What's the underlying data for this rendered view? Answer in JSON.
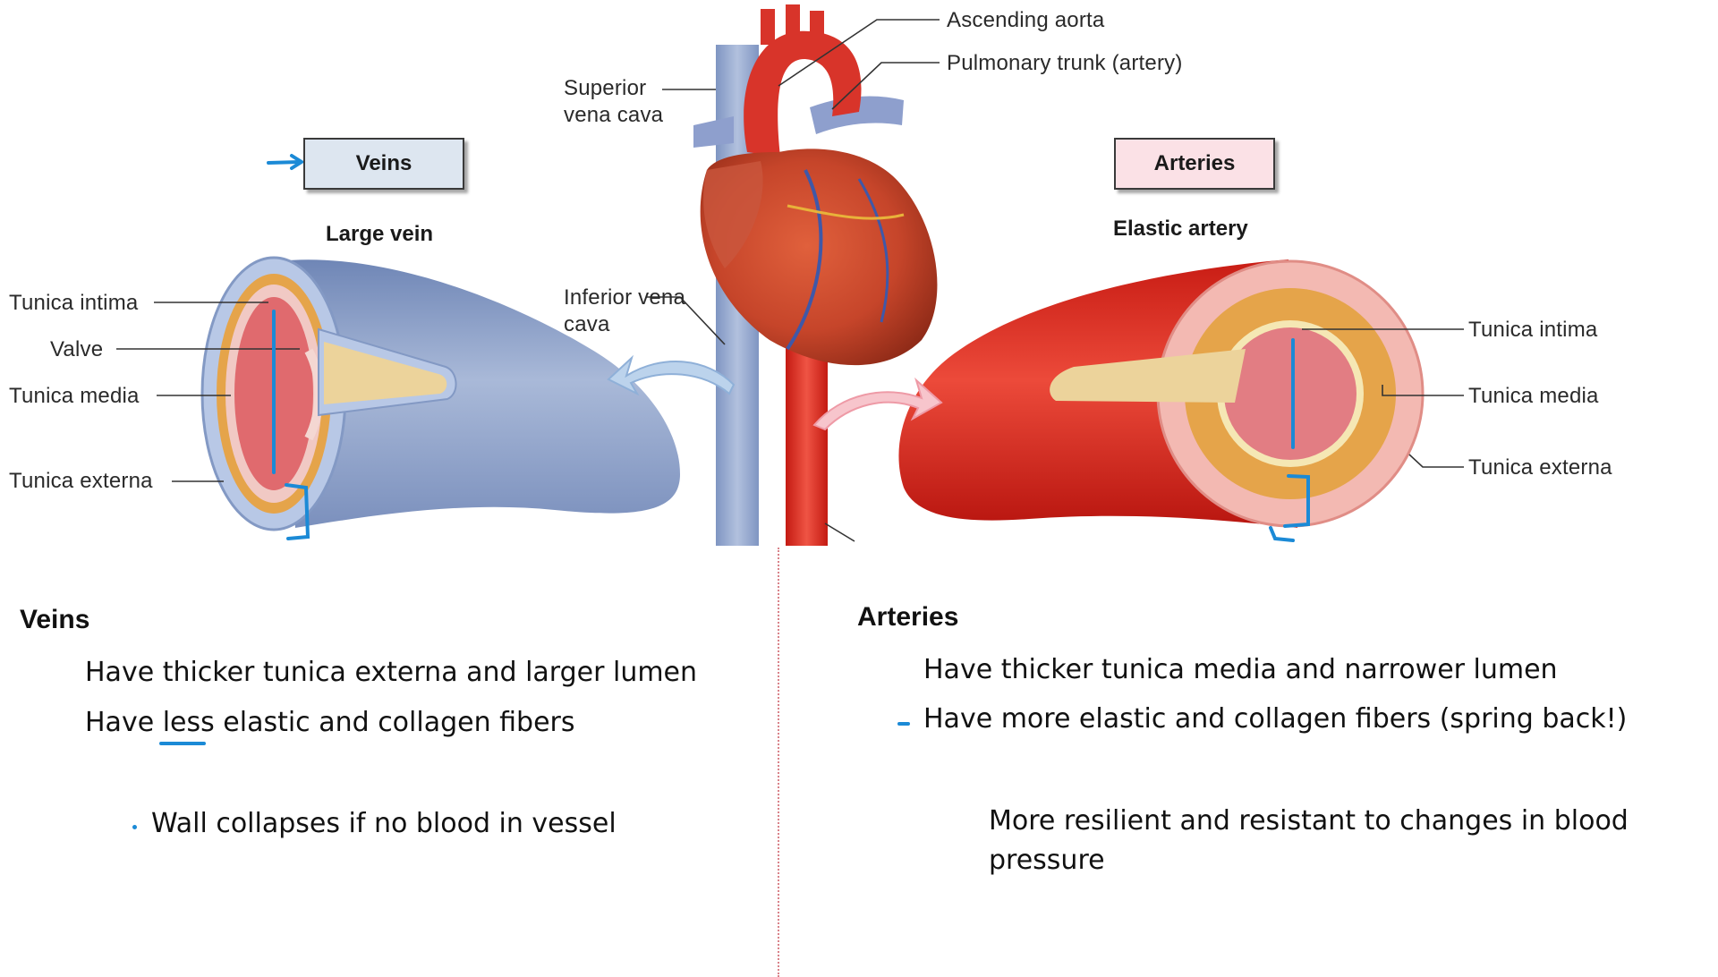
{
  "diagram": {
    "top_labels": {
      "ascending_aorta": "Ascending aorta",
      "pulmonary_trunk": "Pulmonary trunk (artery)",
      "superior_vena_cava": "Superior vena cava",
      "inferior_vena_cava": "Inferior vena cava"
    },
    "veins_tag": "Veins",
    "arteries_tag": "Arteries",
    "vein_subtitle": "Large vein",
    "artery_subtitle": "Elastic artery",
    "vein_layers": [
      "Tunica intima",
      "Valve",
      "Tunica media",
      "Tunica externa"
    ],
    "artery_layers": [
      "Tunica intima",
      "Tunica media",
      "Tunica externa"
    ]
  },
  "notes": {
    "veins": {
      "heading": "Veins",
      "lines": [
        "Have thicker tunica externa and larger lumen",
        "Have less elastic and collagen fibers"
      ],
      "bullet": "Wall collapses if no blood in vessel"
    },
    "arteries": {
      "heading": "Arteries",
      "lines": [
        "Have thicker tunica media and narrower lumen",
        "Have more elastic and collagen fibers (spring back!)"
      ],
      "bullet": "More resilient and resistant to changes in blood pressure"
    }
  },
  "colors": {
    "vein_blue": "#8fa3c9",
    "artery_red": "#d8261d",
    "annotation_ink": "#1b8ad6",
    "divider": "#d9838a"
  }
}
